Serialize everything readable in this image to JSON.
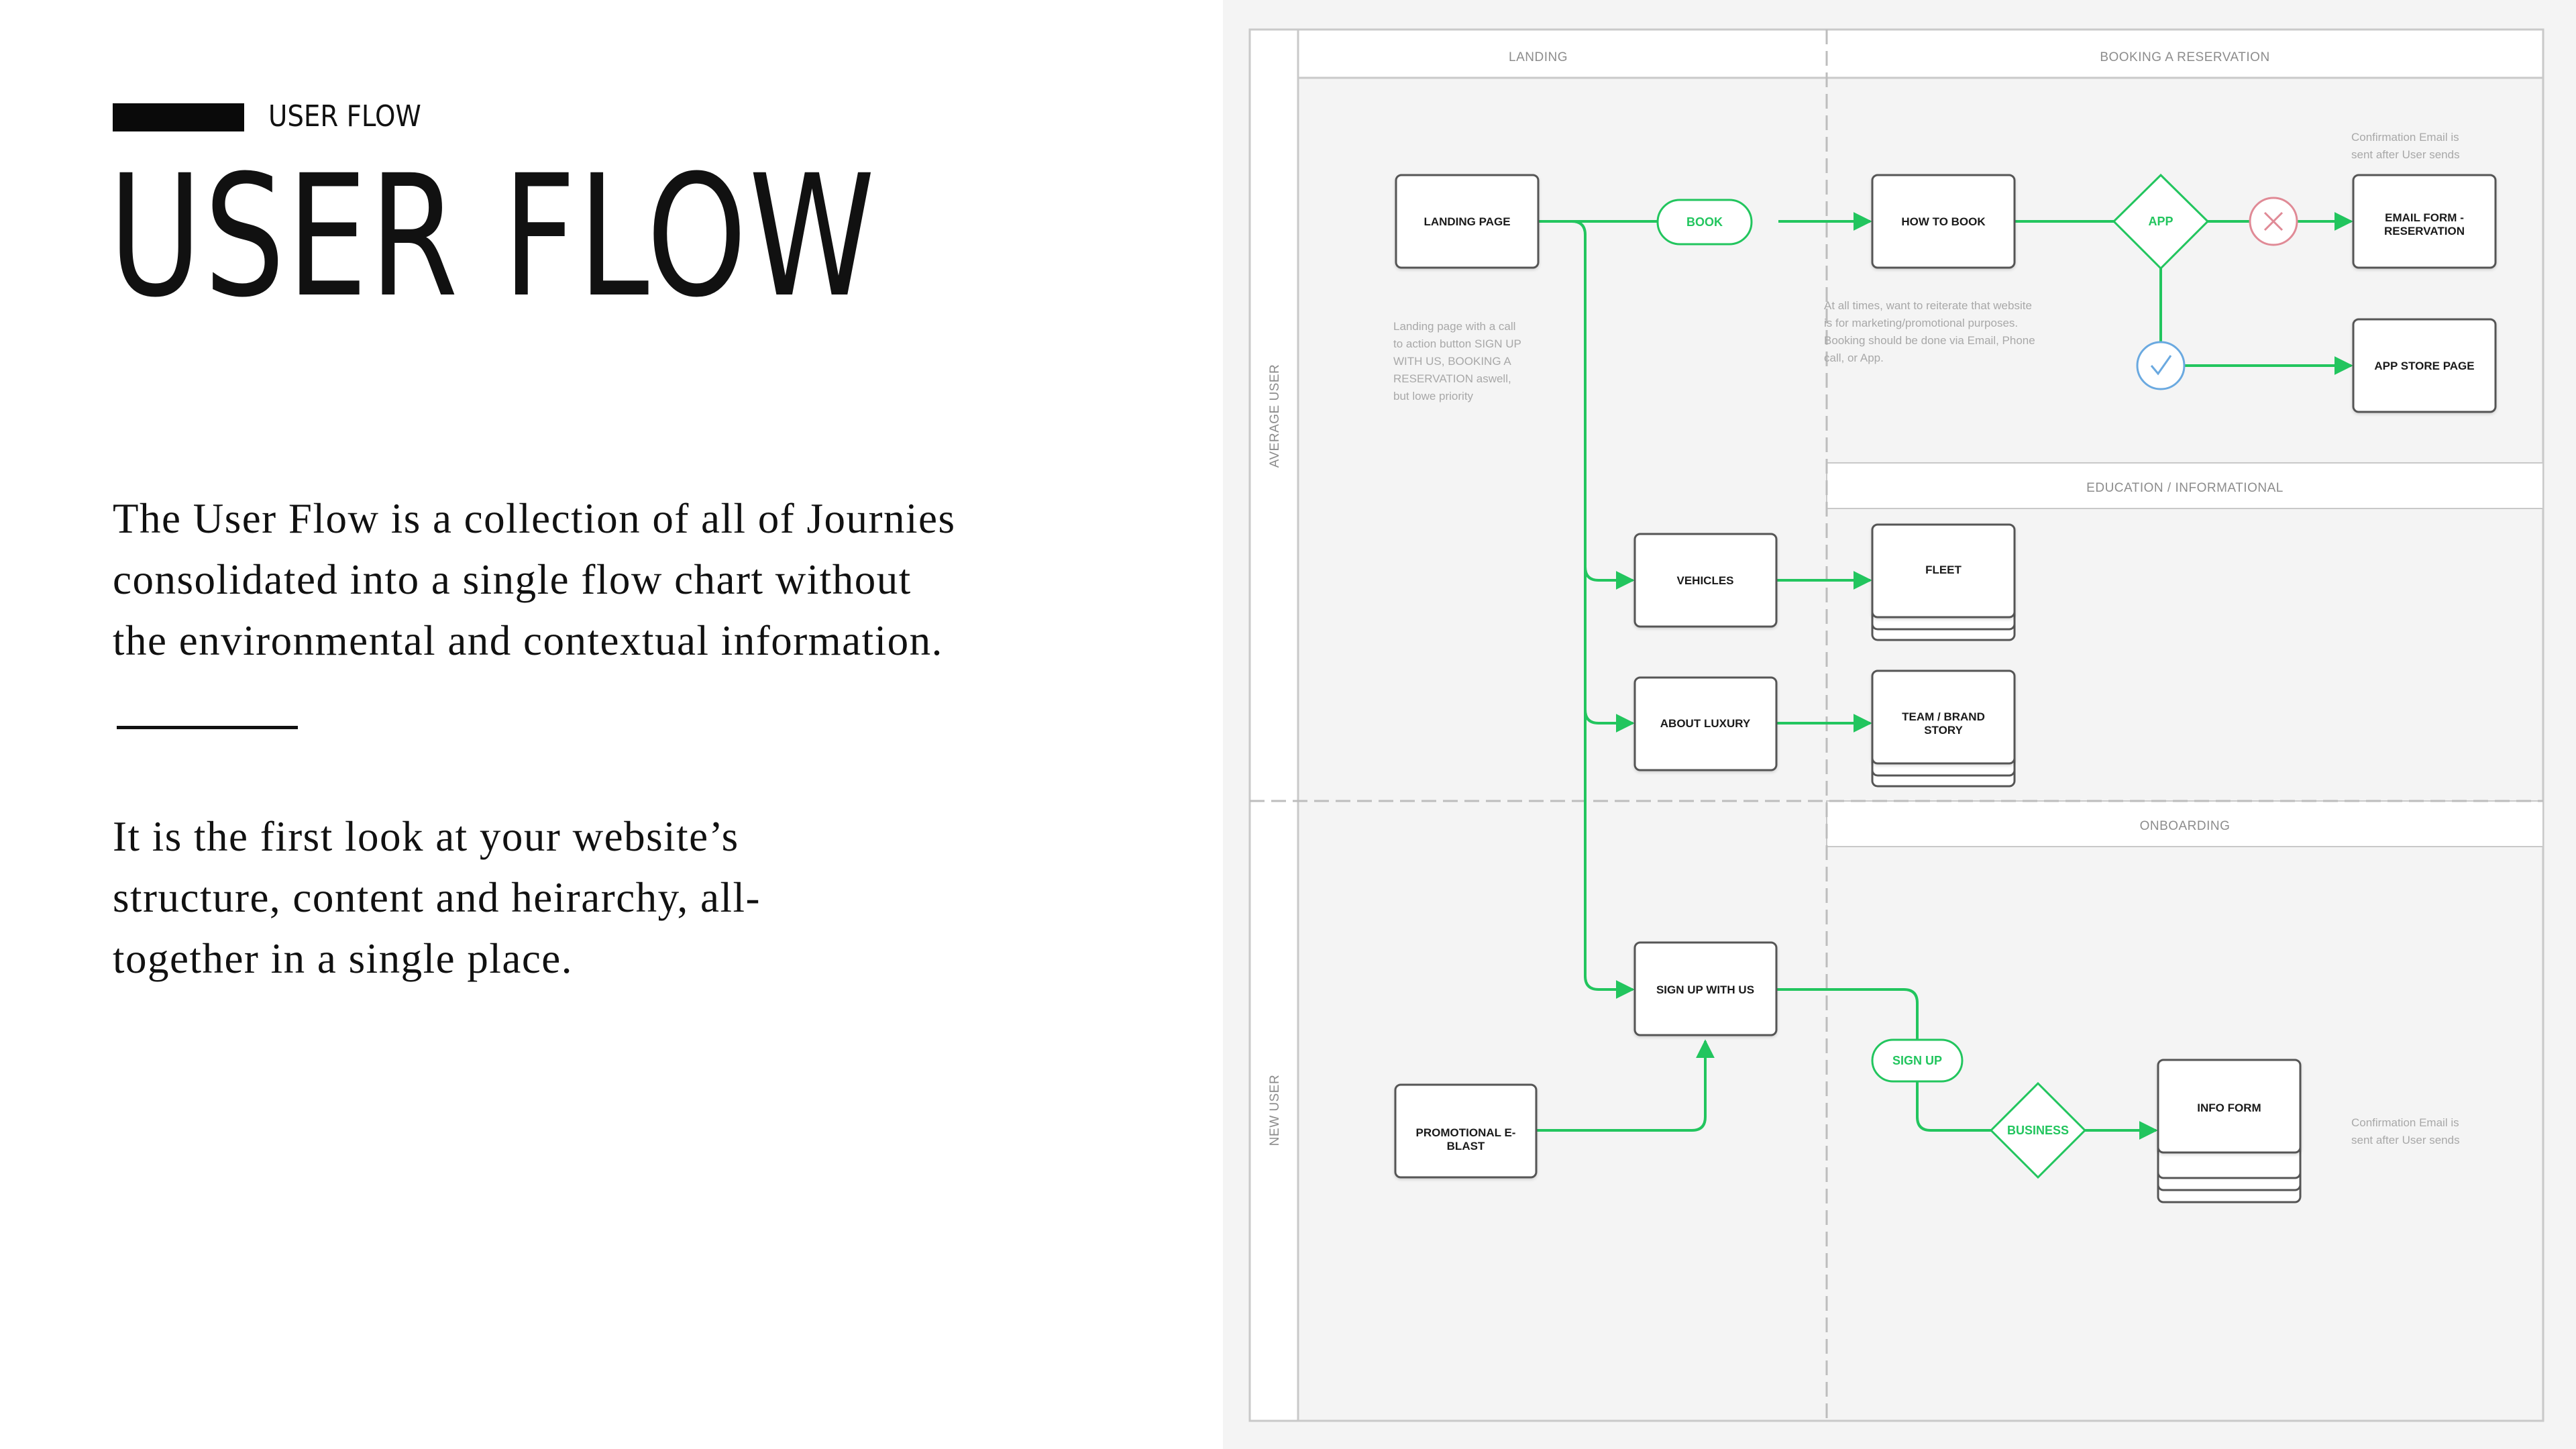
{
  "intro": {
    "eyebrow": "USER FLOW",
    "title": "USER FLOW",
    "paragraph_1": "The User Flow is a collection of all of Journies\nconsolidated into a single flow chart without\nthe environmental and contextual information.",
    "paragraph_2": "It is the first look at your website’s\nstructure, content and heirarchy, all-\ntogether in a single place."
  },
  "diagram": {
    "lanes": {
      "landing": "LANDING",
      "booking": "BOOKING A RESERVATION",
      "education": "EDUCATION / INFORMATIONAL",
      "onboarding": "ONBOARDING",
      "average_user": "AVERAGE USER",
      "new_user": "NEW USER"
    },
    "nodes": {
      "landing_page": "LANDING PAGE",
      "book": "BOOK",
      "how_to_book": "HOW TO BOOK",
      "app": "APP",
      "email_form_1": "EMAIL FORM -",
      "email_form_2": "RESERVATION",
      "app_store_page": "APP STORE PAGE",
      "vehicles": "VEHICLES",
      "fleet": "FLEET",
      "about_luxury": "ABOUT LUXURY",
      "team_brand_1": "TEAM / BRAND",
      "team_brand_2": "STORY",
      "sign_up_with_us": "SIGN UP WITH US",
      "sign_up": "SIGN UP",
      "business": "BUSINESS",
      "info_form": "INFO FORM",
      "promo_1": "PROMOTIONAL E-",
      "promo_2": "BLAST"
    },
    "notes": {
      "landing_1": "Landing page with a call",
      "landing_2": "to action button SIGN UP",
      "landing_3": "WITH US, BOOKING A",
      "landing_4": "RESERVATION aswell,",
      "landing_5": "but lowe priority",
      "booking_1": "At all times, want to reiterate that website",
      "booking_2": "is for marketing/promotional purposes.",
      "booking_3": "Booking should be done via Email, Phone",
      "booking_4": "call, or App.",
      "confirm_top_1": "Confirmation Email is",
      "confirm_top_2": "sent after User sends",
      "confirm_bottom_1": "Confirmation Email is",
      "confirm_bottom_2": "sent after User sends"
    },
    "colors": {
      "connector": "#22c55e",
      "reject": "#e08a96",
      "confirm": "#6aa9e0"
    }
  }
}
